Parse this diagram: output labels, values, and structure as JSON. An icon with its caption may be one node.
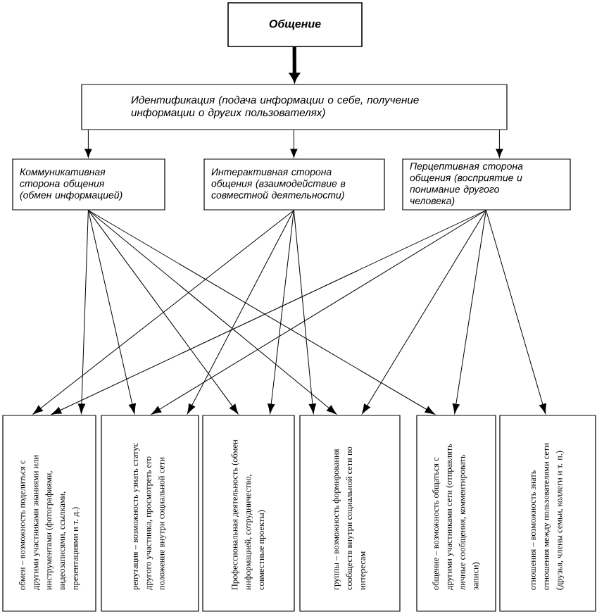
{
  "diagram": {
    "nodes": [
      {
        "text": [
          "Общение"
        ]
      },
      {
        "text": [
          "Идентификация (подача информации о себе, получение информации о других пользователях)"
        ]
      },
      {
        "text": [
          "Коммуникативная сторона общения (обмен информацией)"
        ]
      },
      {
        "text": [
          "Интерактивная сторона общения (взаимодействие в совместной деятельности)"
        ]
      },
      {
        "text": [
          "Перцептивная сторона общения (восприятие и понимание другого человека)"
        ]
      },
      {
        "text": [
          "обмен – возможность поделиться с другими участниками знаниями или инструментами (фотографиями, видеозаписями, ссылками, презентациями и т. д.)"
        ]
      },
      {
        "text": [
          "репутация – возможность узнать статус другого участника, просмотреть его положение внутри социальной сети"
        ]
      },
      {
        "text": [
          "Профессиональная деятельность (обмен информацией, сотрудничество, совместные проекты)"
        ]
      },
      {
        "text": [
          "группы – возможность формирования сообществ внутри социальной сети по интересам"
        ]
      },
      {
        "text": [
          "общение – возможность общаться с другими участниками сети (отправлять личные сообщения, комментировать записи)"
        ]
      },
      {
        "text": [
          "отношения – возможность знать отношения между пользователями сети (друзья, члены семьи, коллеги и т. п.)"
        ]
      }
    ],
    "edges": [
      {
        "from": 0,
        "to": 1,
        "arrow": "to",
        "style": "thick"
      },
      {
        "from": 1,
        "to": 2,
        "arrow": "to"
      },
      {
        "from": 1,
        "to": 3,
        "arrow": "to"
      },
      {
        "from": 1,
        "to": 4,
        "arrow": "to"
      },
      {
        "from": 2,
        "to": 5,
        "arrow": "to"
      },
      {
        "from": 2,
        "to": 6,
        "arrow": "to"
      },
      {
        "from": 2,
        "to": 7,
        "arrow": "to"
      },
      {
        "from": 2,
        "to": 8,
        "arrow": "to"
      },
      {
        "from": 2,
        "to": 9,
        "arrow": "to"
      },
      {
        "from": 3,
        "to": 5,
        "arrow": "to"
      },
      {
        "from": 3,
        "to": 6,
        "arrow": "to"
      },
      {
        "from": 3,
        "to": 7,
        "arrow": "to"
      },
      {
        "from": 3,
        "to": 8,
        "arrow": "to"
      },
      {
        "from": 4,
        "to": 5,
        "arrow": "to"
      },
      {
        "from": 4,
        "to": 6,
        "arrow": "to"
      },
      {
        "from": 4,
        "to": 8,
        "arrow": "to"
      },
      {
        "from": 4,
        "to": 9,
        "arrow": "to"
      },
      {
        "from": 4,
        "to": 10,
        "arrow": "to"
      }
    ]
  }
}
